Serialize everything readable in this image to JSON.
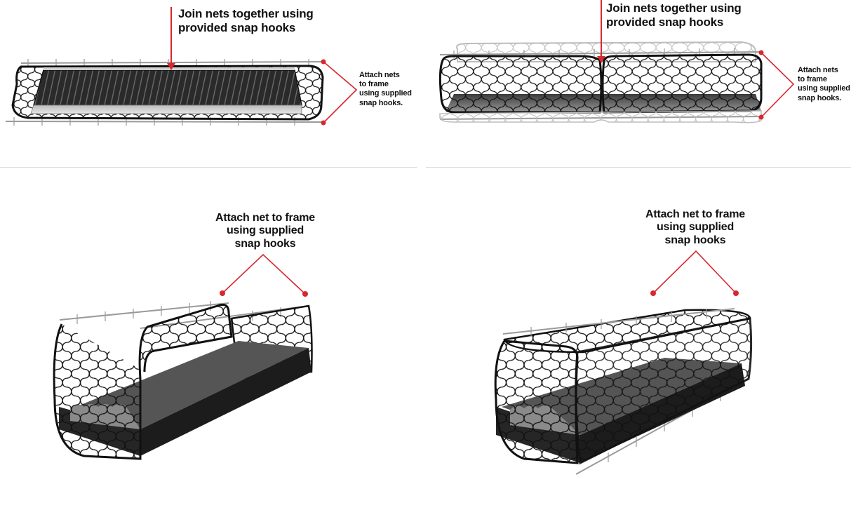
{
  "panels": [
    {
      "id": "top-left",
      "join_label": [
        "Join nets together using",
        "provided snap hooks"
      ],
      "attach_label": [
        "Attach nets",
        "to frame",
        "using supplied",
        "snap hooks."
      ]
    },
    {
      "id": "top-right",
      "join_label": [
        "Join nets together using",
        "provided snap hooks"
      ],
      "attach_label": [
        "Attach nets",
        "to frame",
        "using supplied",
        "snap hooks."
      ]
    },
    {
      "id": "bottom-left",
      "attach_label": [
        "Attach net to frame",
        "using supplied",
        "snap hooks"
      ]
    },
    {
      "id": "bottom-right",
      "attach_label": [
        "Attach net to frame",
        "using supplied",
        "snap hooks"
      ]
    }
  ],
  "colors": {
    "accent": "#d7282f",
    "net": "#111111",
    "frame": "#9a9a9a",
    "tray_dark": "#222222",
    "tray_mid": "#5a5a5a",
    "divider": "#dcdcdc"
  }
}
